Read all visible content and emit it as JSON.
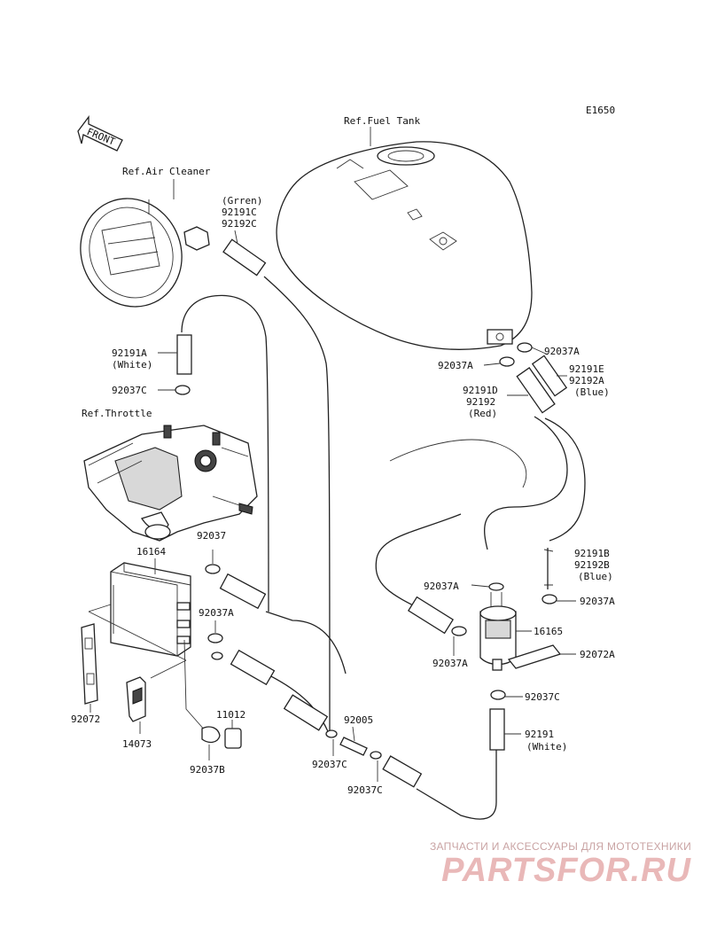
{
  "diagram_code": "E1650",
  "front_label": "FRONT",
  "refs": {
    "fuel_tank": "Ref.Fuel Tank",
    "air_cleaner": "Ref.Air Cleaner",
    "throttle": "Ref.Throttle"
  },
  "callouts": {
    "c_92191C": "92191C",
    "c_92192C": "92192C",
    "c_green": "(Grren)",
    "c_92191A": "92191A",
    "c_white1": "(White)",
    "c_92037C_1": "92037C",
    "c_92037A_top_r": "92037A",
    "c_92037A_top_l": "92037A",
    "c_92191E": "92191E",
    "c_92192A": "92192A",
    "c_blue1": "(Blue)",
    "c_92191D": "92191D",
    "c_92192": "92192",
    "c_red": "(Red)",
    "c_92037": "92037",
    "c_16164": "16164",
    "c_92037A_mid": "92037A",
    "c_92072_left": "92072",
    "c_14073": "14073",
    "c_11012": "11012",
    "c_92037B": "92037B",
    "c_92005": "92005",
    "c_92037C_2": "92037C",
    "c_92037C_3": "92037C",
    "c_92191B": "92191B",
    "c_92192B": "92192B",
    "c_blue2": "(Blue)",
    "c_92037A_r1": "92037A",
    "c_92037A_r2": "92037A",
    "c_16165": "16165",
    "c_92037A_r3": "92037A",
    "c_92072A": "92072A",
    "c_92037C_4": "92037C",
    "c_92191": "92191",
    "c_white2": "(White)"
  },
  "watermark": {
    "tagline": "ЗАПЧАСТИ И АКСЕССУАРЫ ДЛЯ МОТОТЕХНИКИ",
    "logo": "PARTSFOR.RU"
  }
}
